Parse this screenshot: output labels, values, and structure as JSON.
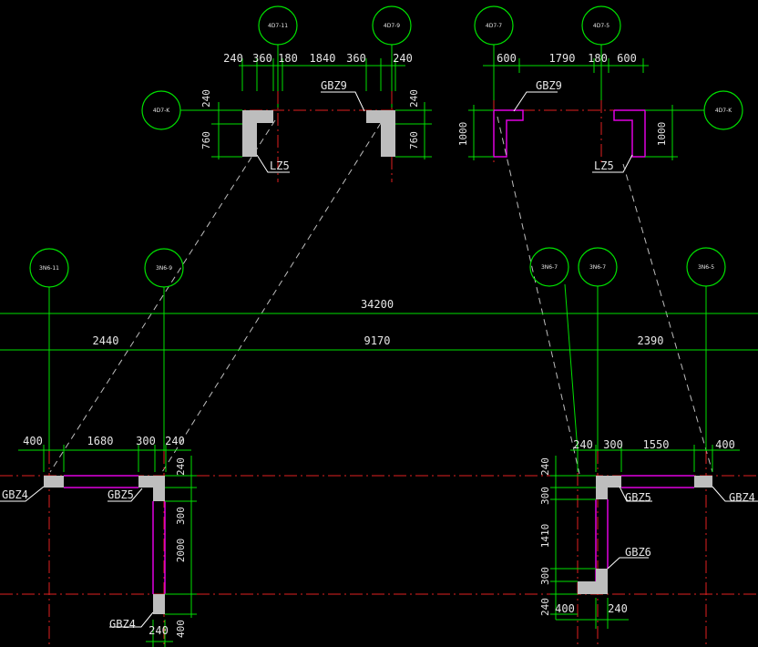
{
  "grid_bubbles": {
    "top": [
      "4D7-11",
      "4D7-9",
      "4D7-7",
      "4D7-5",
      "4D7-K",
      "4D7-K"
    ],
    "bottom": [
      "3N6-11",
      "3N6-9",
      "3N6-7",
      "3N6-7",
      "3N6-5"
    ]
  },
  "top_left": {
    "dims_top": [
      "240",
      "360",
      "180",
      "1840",
      "360",
      "240"
    ],
    "dims_left": [
      "240",
      "760"
    ],
    "dims_right": [
      "240",
      "760"
    ],
    "labels": [
      "GBZ9",
      "LZ5"
    ]
  },
  "top_right": {
    "dims_top": [
      "600",
      "1790",
      "180",
      "600"
    ],
    "dims_left": [
      "1000"
    ],
    "dims_right": [
      "1000"
    ],
    "labels": [
      "GBZ9",
      "LZ5"
    ]
  },
  "overall": {
    "total": "34200",
    "spans": [
      "2440",
      "9170",
      "2390"
    ]
  },
  "bottom_left": {
    "dims_top": [
      "400",
      "1680",
      "300",
      "240"
    ],
    "dims_right": [
      "240",
      "300",
      "2000",
      "400"
    ],
    "dim_bottom": "240",
    "labels": [
      "GBZ4",
      "GBZ5",
      "GBZ4"
    ]
  },
  "bottom_right": {
    "dims_top": [
      "240",
      "300",
      "1550",
      "400"
    ],
    "dims_left": [
      "240",
      "300",
      "1410",
      "300",
      "240"
    ],
    "dims_bottom": [
      "400",
      "240"
    ],
    "labels": [
      "GBZ5",
      "GBZ4",
      "GBZ6"
    ]
  }
}
